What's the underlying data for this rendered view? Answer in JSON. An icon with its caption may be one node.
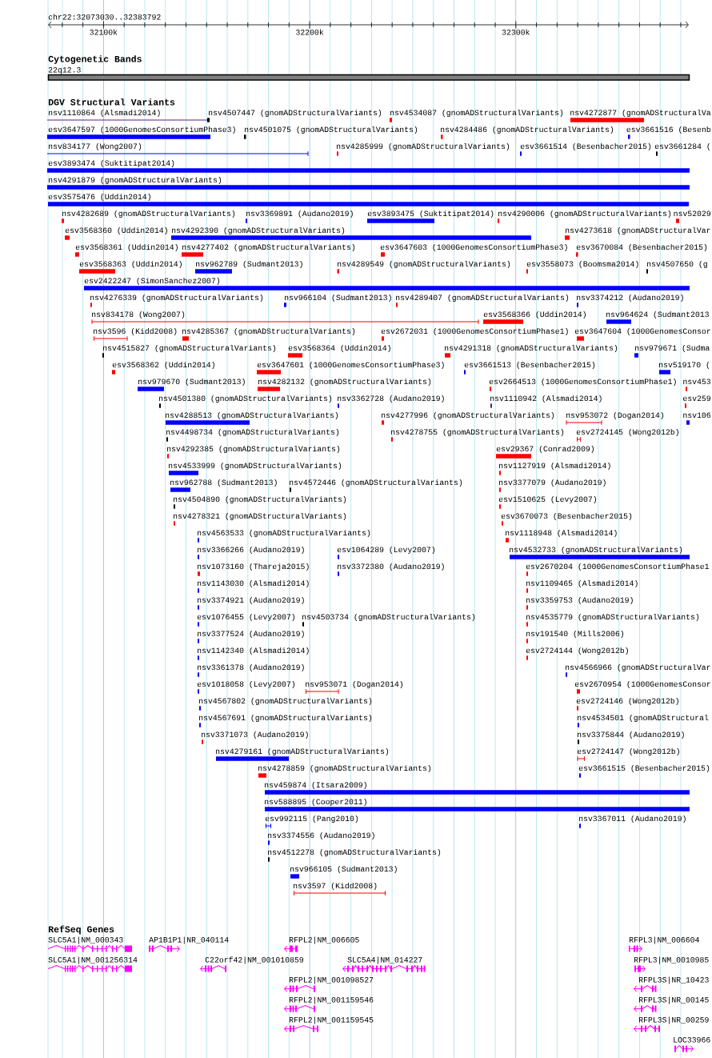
{
  "diagram": {
    "labels": [
      "chr22:32073030..32383792",
      "32100k",
      "32200k",
      "32300k",
      "Cytogenetic Bands",
      "22q12.3",
      "DGV Structural Variants",
      "nsv1110864 (Alsmadi2014)",
      "nsv4507447 (gnomADStructuralVariants)",
      "nsv4534087 (gnomADStructuralVariants)",
      "nsv4272877 (gnomADStructuralVa",
      "esv3647597 (1000GenomesConsortiumPhase3)",
      "nsv4501075 (gnomADStructuralVariants)",
      "nsv4284486 (gnomADStructuralVariants)",
      "esv3661516 (Besenb",
      "nsv834177 (Wong2007)",
      "nsv4285999 (gnomADStructuralVariants)",
      "esv3661514 (Besenbacher2015)",
      "esv3661284 (",
      "esv3893474 (Suktitipat2014)",
      "nsv4291879 (gnomADStructuralVariants)",
      "esv3575476 (Uddin2014)",
      "nsv4282689 (gnomADStructuralVariants)",
      "nsv3369891 (Audano2019)",
      "esv3893475 (Suktitipat2014)",
      "nsv4290006 (gnomADStructuralVariants)",
      "nsv52029",
      "esv3568360 (Uddin2014)",
      "nsv4292390 (gnomADStructuralVariants)",
      "nsv4273618 (gnomADStructuralVar",
      "esv3568361 (Uddin2014)",
      "nsv4277402 (gnomADStructuralVariants)",
      "esv3647603 (1000GenomesConsortiumPhase3)",
      "esv3670084 (Besenbacher2015)",
      "esv3568363 (Uddin2014)",
      "nsv962789 (Sudmant2013)",
      "nsv4289549 (gnomADStructuralVariants)",
      "esv3558073 (Boomsma2014)",
      "nsv4507650 (g",
      "esv2422247 (SimonSanchez2007)",
      "nsv4276339 (gnomADStructuralVariants)",
      "nsv966104 (Sudmant2013)",
      "nsv4289407 (gnomADStructuralVariants)",
      "nsv3374212 (Audano2019)",
      "nsv834178 (Wong2007)",
      "esv3568366 (Uddin2014)",
      "nsv964624 (Sudmant2013",
      "nsv3596 (Kidd2008)",
      "nsv4285367 (gnomADStructuralVariants)",
      "esv2672031 (1000GenomesConsortiumPhase1)",
      "esv3647604 (1000GenomesConsor",
      "nsv4515827 (gnomADStructuralVariants)",
      "esv3568364 (Uddin2014)",
      "nsv4291318 (gnomADStructuralVariants)",
      "nsv979671 (Sudma",
      "esv3568362 (Uddin2014)",
      "esv3647601 (1000GenomesConsortiumPhase3)",
      "esv3661513 (Besenbacher2015)",
      "nsv519170 (",
      "nsv979670 (Sudmant2013)",
      "nsv4282132 (gnomADStructuralVariants)",
      "esv2664513 (1000GenomesConsortiumPhase1)",
      "nsv453",
      "nsv4501380 (gnomADStructuralVariants)",
      "nsv3362728 (Audano2019)",
      "nsv1110942 (Alsmadi2014)",
      "esv259",
      "nsv4288513 (gnomADStructuralVariants)",
      "nsv4277996 (gnomADStructuralVariants)",
      "nsv953072 (Dogan2014)",
      "nsv106",
      "nsv4498734 (gnomADStructuralVariants)",
      "nsv4278755 (gnomADStructuralVariants)",
      "esv2724145 (Wong2012b)",
      "nsv4292385 (gnomADStructuralVariants)",
      "esv29367 (Conrad2009)",
      "nsv4533999 (gnomADStructuralVariants)",
      "nsv1127919 (Alsmadi2014)",
      "nsv962788 (Sudmant2013)",
      "nsv4572446 (gnomADStructuralVariants)",
      "nsv3377079 (Audano2019)",
      "nsv4504890 (gnomADStructuralVariants)",
      "esv1510625 (Levy2007)",
      "nsv4278321 (gnomADStructuralVariants)",
      "esv3670073 (Besenbacher2015)",
      "nsv4563533 (gnomADStructuralVariants)",
      "nsv1118948 (Alsmadi2014)",
      "nsv3366266 (Audano2019)",
      "esv1064289 (Levy2007)",
      "nsv4532733 (gnomADStructuralVariants)",
      "nsv1073160 (Thareja2015)",
      "nsv3372380 (Audano2019)",
      "esv2670204 (1000GenomesConsortiumPhase1",
      "nsv1143030 (Alsmadi2014)",
      "nsv1109465 (Alsmadi2014)",
      "nsv3374921 (Audano2019)",
      "nsv3359753 (Audano2019)",
      "esv1076455 (Levy2007)",
      "nsv4503734 (gnomADStructuralVariants)",
      "nsv4535779 (gnomADStructuralVariants)",
      "nsv3377524 (Audano2019)",
      "nsv191540 (Mills2006)",
      "nsv1142340 (Alsmadi2014)",
      "esv2724144 (Wong2012b)",
      "nsv3361378 (Audano2019)",
      "nsv4566966 (gnomADStructuralVar",
      "esv1018058 (Levy2007)",
      "nsv953071 (Dogan2014)",
      "esv2670954 (1000GenomesConsor",
      "nsv4567802 (gnomADStructuralVariants)",
      "esv2724146 (Wong2012b)",
      "nsv4567691 (gnomADStructuralVariants)",
      "nsv4534501 (gnomADStructural",
      "nsv3371073 (Audano2019)",
      "nsv3375844 (Audano2019)",
      "nsv4279161 (gnomADStructuralVariants)",
      "esv2724147 (Wong2012b)",
      "nsv4278859 (gnomADStructuralVariants)",
      "esv3661515 (Besenbacher2015)",
      "nsv459874 (Itsara2009)",
      "nsv588895 (Cooper2011)",
      "esv992115 (Pang2010)",
      "nsv3367011 (Audano2019)",
      "nsv3374556 (Audano2019)",
      "nsv4512278 (gnomADStructuralVariants)",
      "nsv966105 (Sudmant2013)",
      "nsv3597 (Kidd2008)",
      "RefSeq Genes",
      "SLC5A1|NM_000343",
      "AP1B1P1|NR_040114",
      "RFPL2|NM_006605",
      "RFPL3|NM_006604",
      "SLC5A1|NM_001256314",
      "C22orf42|NM_001010859",
      "SLC5A4|NM_014227",
      "RFPL3|NM_0010985",
      "RFPL2|NM_001098527",
      "RFPL3S|NR_10423",
      "RFPL2|NM_001159546",
      "RFPL3S|NR_00145",
      "RFPL2|NM_001159545",
      "RFPL3S|NR_00259",
      "LOC33966"
    ]
  }
}
